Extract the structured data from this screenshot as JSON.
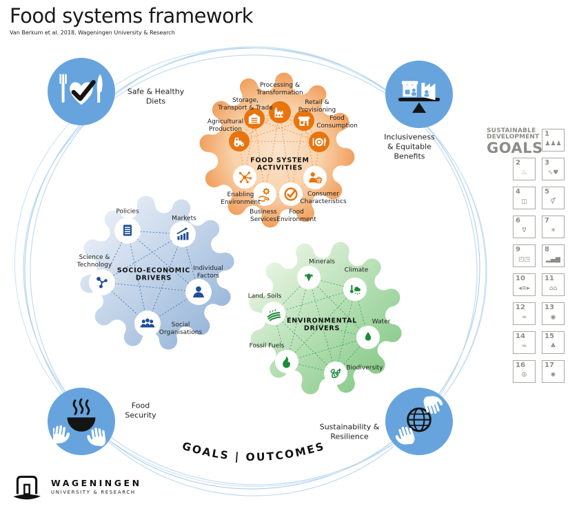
{
  "header": {
    "title": "Food systems framework",
    "subtitle": "Van Berkum et al. 2018, Wageningen University & Research"
  },
  "outcomes": {
    "diets": {
      "label": "Safe & Healthy\nDiets",
      "icon": "fork-heart-check-knife-icon"
    },
    "inclusiveness": {
      "label": "Inclusiveness\n& Equitable\nBenefits",
      "icon": "shop-factory-balance-icon"
    },
    "security": {
      "label": "Food\nSecurity",
      "icon": "hands-holding-bowl-icon"
    },
    "sustainability": {
      "label": "Sustainability &\nResilience",
      "icon": "hands-holding-globe-icon"
    }
  },
  "banner": {
    "text": "GOALS | OUTCOMES"
  },
  "gears": {
    "activities": {
      "title": "FOOD SYSTEM\nACTIVITIES",
      "nodes": {
        "agricultural": "Agricultural\nProduction",
        "storage": "Storage,\nTransport & Trade",
        "processing": "Processing &\nTransformation",
        "retail": "Retail &\nProvisioning",
        "consumption": "Food\nConsumption",
        "enabling": "Enabling\nEnvironment",
        "business": "Business\nServices",
        "foodenv": "Food\nEnvironment",
        "consumer": "Consumer\nCharacteristics"
      }
    },
    "socioeconomic": {
      "title": "SOCIO-ECONOMIC\nDRIVERS",
      "nodes": {
        "policies": "Policies",
        "markets": "Markets",
        "science": "Science &\nTechnology",
        "individual": "Individual\nFactors",
        "social": "Social\nOrganisations"
      }
    },
    "environmental": {
      "title": "ENVIRONMENTAL\nDRIVERS",
      "nodes": {
        "minerals": "Minerals",
        "climate": "Climate",
        "land": "Land, Soils",
        "water": "Water",
        "fossil": "Fossil Fuels",
        "biodiversity": "Biodiversity"
      }
    }
  },
  "sdg": {
    "header_line1": "SUSTAINABLE",
    "header_line2": "DEVELOPMENT",
    "header_line3": "GOALS",
    "tiles": [
      {
        "num": "1",
        "icon": "people-icon",
        "glyph": "♟♟♟"
      },
      {
        "num": "2",
        "icon": "hunger-bowl-icon",
        "glyph": "♨"
      },
      {
        "num": "3",
        "icon": "health-heartbeat-icon",
        "glyph": "∿♥"
      },
      {
        "num": "4",
        "icon": "education-book-icon",
        "glyph": "◫"
      },
      {
        "num": "5",
        "icon": "gender-equality-icon",
        "glyph": "⚥"
      },
      {
        "num": "6",
        "icon": "clean-water-icon",
        "glyph": "∇"
      },
      {
        "num": "7",
        "icon": "energy-sun-icon",
        "glyph": "☀"
      },
      {
        "num": "9",
        "icon": "industry-innovation-icon",
        "glyph": "◰◳"
      },
      {
        "num": "8",
        "icon": "economic-growth-icon",
        "glyph": "▂▄▆"
      },
      {
        "num": "10",
        "icon": "reduced-inequalities-icon",
        "glyph": "◂≡▸"
      },
      {
        "num": "11",
        "icon": "cities-icon",
        "glyph": "⌂⌂"
      },
      {
        "num": "12",
        "icon": "consumption-loop-icon",
        "glyph": "∞"
      },
      {
        "num": "13",
        "icon": "climate-eye-icon",
        "glyph": "◉"
      },
      {
        "num": "14",
        "icon": "life-below-water-icon",
        "glyph": "≈"
      },
      {
        "num": "15",
        "icon": "life-on-land-tree-icon",
        "glyph": "♣"
      },
      {
        "num": "16",
        "icon": "peace-icon",
        "glyph": "☮"
      },
      {
        "num": "17",
        "icon": "partnerships-icon",
        "glyph": "✺"
      }
    ]
  },
  "logo": {
    "name": "WAGENINGEN",
    "subtitle": "UNIVERSITY & RESEARCH"
  },
  "colors": {
    "outcome_blue": "#67A4DE",
    "activities_orange": "#E8740E",
    "socio_navy": "#1F4E9C",
    "environment_green": "#1D8A3B",
    "sdg_gray": "#8D8C87",
    "arc_blue": "#A8CDEC"
  }
}
